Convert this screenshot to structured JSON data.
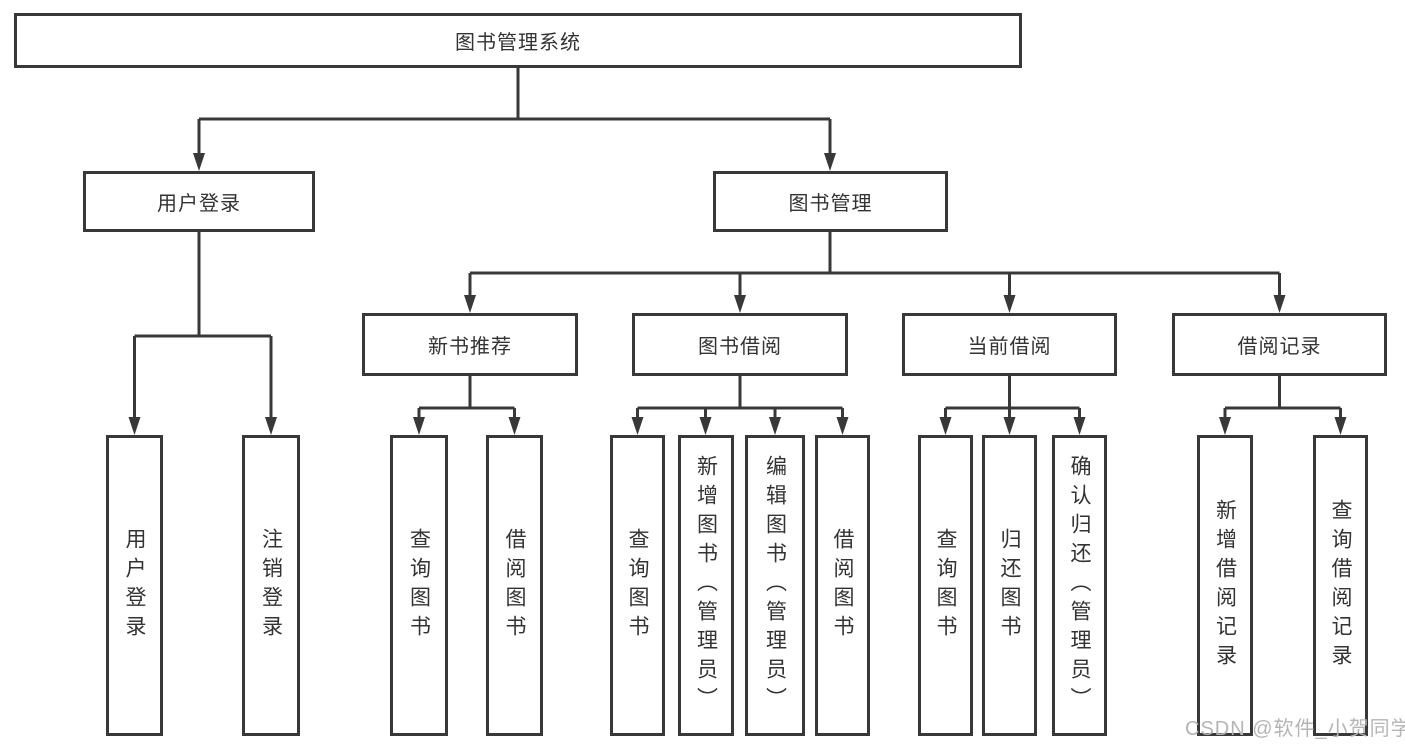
{
  "diagram": {
    "title": "图书管理系统",
    "root": {
      "label": "图书管理系统"
    },
    "branches": [
      {
        "label": "用户登录",
        "children": [
          {
            "label": "用户登录"
          },
          {
            "label": "注销登录"
          }
        ]
      },
      {
        "label": "图书管理",
        "children": [
          {
            "label": "新书推荐",
            "children": [
              {
                "label": "查询图书"
              },
              {
                "label": "借阅图书"
              }
            ]
          },
          {
            "label": "图书借阅",
            "children": [
              {
                "label": "查询图书"
              },
              {
                "label": "新增图书（管理员）"
              },
              {
                "label": "编辑图书（管理员）"
              },
              {
                "label": "借阅图书"
              }
            ]
          },
          {
            "label": "当前借阅",
            "children": [
              {
                "label": "查询图书"
              },
              {
                "label": "归还图书"
              },
              {
                "label": "确认归还（管理员）"
              }
            ]
          },
          {
            "label": "借阅记录",
            "children": [
              {
                "label": "新增借阅记录"
              },
              {
                "label": "查询借阅记录"
              }
            ]
          }
        ]
      }
    ]
  },
  "watermark": {
    "text": "CSDN @软件_小贺同学",
    "color": "#b5b5b5"
  },
  "colors": {
    "line": "#383838",
    "text": "#333333",
    "background": "#ffffff"
  }
}
